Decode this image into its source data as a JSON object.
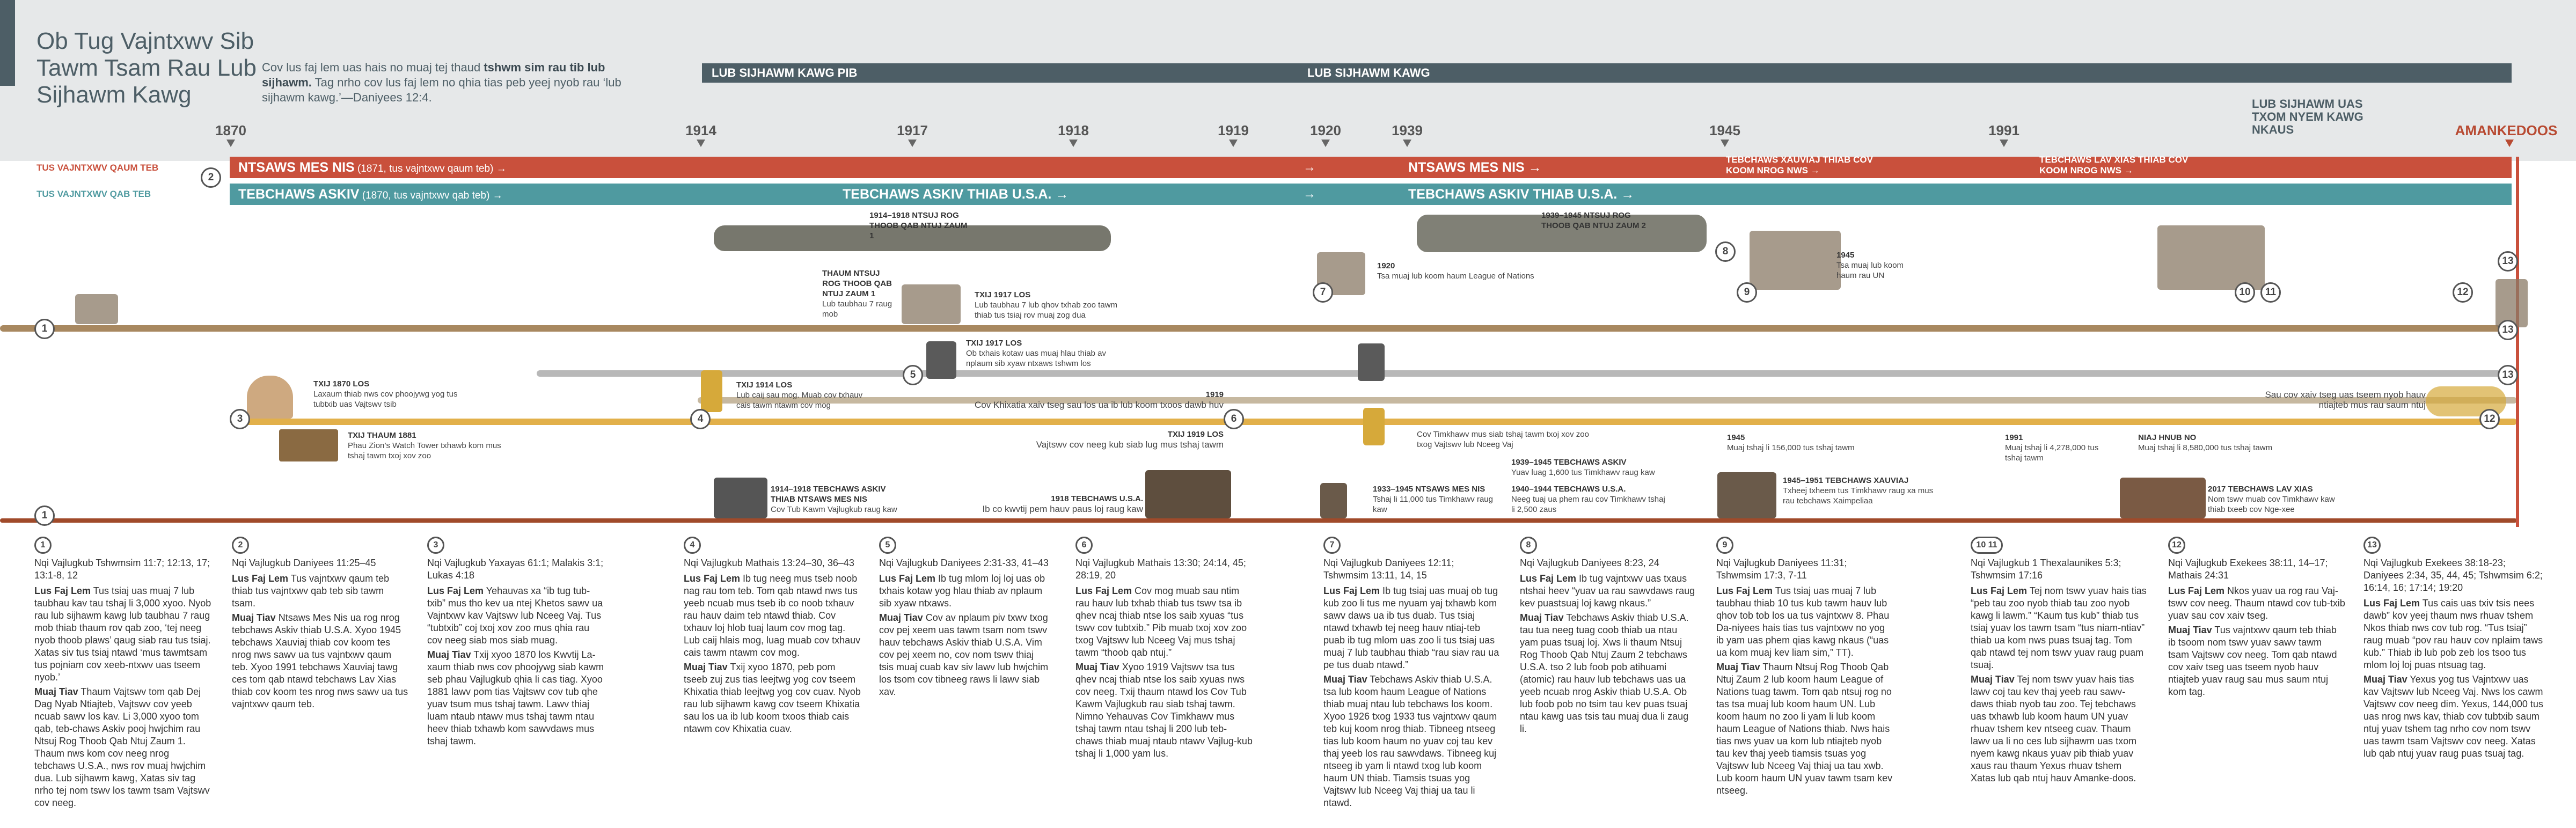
{
  "header": {
    "title": "Ob Tug Vajntxwv Sib Tawm Tsam Rau Lub Sijhawm Kawg",
    "intro_lead": "Cov lus faj lem uas hais no muaj tej thaud ",
    "intro_bold": "tshwm sim rau tib lub sijhawm.",
    "intro_rest": " Tag nrho cov lus faj lem no qhia tias peb yeej nyob rau ‘lub sijhawm kawg.’—Daniyees 12:4."
  },
  "eras": [
    {
      "label": "LUB SIJHAWM KAWG PIB"
    },
    {
      "label": "LUB SIJHAWM KAWG"
    },
    {
      "label": "LUB SIJHAWM UAS TXOM NYEM KAWG NKAUS"
    }
  ],
  "years": [
    "1870",
    "1914",
    "1917",
    "1918",
    "1919",
    "1920",
    "1939",
    "1945",
    "1991",
    "AMANKEDOOS"
  ],
  "bands": {
    "north_label": "TUS VAJNTXWV QAUM TEB",
    "south_label": "TUS VAJNTXWV QAB TEB",
    "north_1_bold": "NTSAWS MES NIS",
    "north_1_rest": " (1871, tus vajntxwv qaum teb) →",
    "north_2": "NTSAWS MES NIS →",
    "north_3": "TEBCHAWS XAUVIAJ THIAB COV KOOM NROG NWS →",
    "north_4": "TEBCHAWS LAV XIAS THIAB COV KOOM NROG NWS →",
    "south_1_bold": "TEBCHAWS ASKIV",
    "south_1_rest": " (1870, tus vajntxwv qab teb) →",
    "south_2": "TEBCHAWS ASKIV THIAB U.S.A. →",
    "south_3": "TEBCHAWS ASKIV THIAB U.S.A. →",
    "arrow": "→"
  },
  "events": [
    {
      "id": "ww1",
      "title": "1914–1918 NTSUJ ROG THOOB QAB NTUJ ZAUM 1"
    },
    {
      "id": "thaum",
      "title": "THAUM NTSUJ ROG THOOB QAB NTUJ ZAUM 1",
      "text": "Lub taubhau 7 raug mob"
    },
    {
      "id": "txij1917a",
      "title": "TXIJ 1917 LOS",
      "text": "Lub taubhau 7 lub qhov txhab zoo tawm thiab tus tsiaj rov muaj zog dua"
    },
    {
      "id": "txij1917b",
      "title": "TXIJ 1917 LOS",
      "text": "Ob txhais kotaw uas muaj hlau thiab av nplaum sib xyaw ntxaws tshwm los"
    },
    {
      "id": "ww2",
      "title": "1939–1945 NTSUJ ROG THOOB QAB NTUJ ZAUM 2"
    },
    {
      "id": "league",
      "title": "1920",
      "text": "Tsa muaj lub koom haum League of Nations"
    },
    {
      "id": "un",
      "title": "1945",
      "text": "Tsa muaj lub koom haum rau UN"
    },
    {
      "id": "txij1870",
      "title": "TXIJ 1870 LOS",
      "text": "Laxaum thiab nws cov phoojywg yog tus tubtxib uas Vajtswv tsib"
    },
    {
      "id": "txij1914",
      "title": "TXIJ 1914 LOS",
      "text": "Lub caij sau mog. Muab cov txhauv cais tawm ntawm cov mog"
    },
    {
      "id": "y1919",
      "title": "1919",
      "text": "Cov Khixatia xaiv tseg sau los ua ib lub koom txoos dawb huv"
    },
    {
      "id": "end_text",
      "text": "Sau cov xaiv tseg uas tseem nyob hauv ntiajteb mus rau saum ntuj"
    },
    {
      "id": "txij1881",
      "title": "TXIJ THAUM 1881",
      "text": "Phau Zion’s Watch Tower txhawb kom mus tshaj tawm txoj xov zoo"
    },
    {
      "id": "txij1919",
      "title": "TXIJ 1919 LOS",
      "text": "Vajtswv cov neeg kub siab lug mus tshaj tawm"
    },
    {
      "id": "preach1",
      "text": "Cov Timkhawv mus siab tshaj tawm txoj xov zoo txog Vajtswv lub Nceeg Vaj"
    },
    {
      "id": "preach2",
      "title": "1939–1945 TEBCHAWS ASKIV",
      "text": "Yuav luag 1,600 tus Timkhawv raug kaw"
    },
    {
      "id": "y1945pub",
      "title": "1945",
      "text": "Muaj tshaj li 156,000 tus tshaj tawm"
    },
    {
      "id": "y1991pub",
      "title": "1991",
      "text": "Muaj tshaj li 4,278,000 tus tshaj tawm"
    },
    {
      "id": "nnhub",
      "title": "NIAJ HNUB NO",
      "text": "Muaj tshaj li 8,580,000 tus tshaj tawm"
    },
    {
      "id": "p1914",
      "title": "1914–1918 TEBCHAWS ASKIV THIAB NTSAWS MES NIS",
      "text": "Cov Tub Kawm Vajlugkub raug kaw"
    },
    {
      "id": "p1918",
      "title": "1918 TEBCHAWS U.S.A.",
      "text": "Ib co kwvtij pem hauv paus loj raug kaw"
    },
    {
      "id": "p1933",
      "title": "1933–1945 NTSAWS MES NIS",
      "text": "Tshaj li 11,000 tus Timkhawv raug kaw"
    },
    {
      "id": "p1940",
      "title": "1940–1944 TEBCHAWS U.S.A.",
      "text": "Neeg tuaj ua phem rau cov Timkhawv tshaj li 2,500 zaus"
    },
    {
      "id": "p1945",
      "title": "1945–1951 TEBCHAWS XAUVIAJ",
      "text": "Txheej txheem tus Timkhawv raug xa mus rau tebchaws Xaimpeliaa"
    },
    {
      "id": "p2017",
      "title": "2017 TEBCHAWS LAV XIAS",
      "text": "Nom tswv muab cov Timkhawv kaw thiab txeeb cov Nge-xee"
    }
  ],
  "badges": [
    "1",
    "2",
    "3",
    "4",
    "5",
    "6",
    "7",
    "8",
    "9",
    "10",
    "11",
    "12",
    "13"
  ],
  "footnotes": [
    {
      "num": "1",
      "ref": "Nqi Vajlugkub Tshwmsim 11:7; 12:13, 17; 13:1-8, 12",
      "faj_lem": "Tus tsiaj uas muaj 7 lub taubhau kav tau tshaj li 3,000 xyoo. Nyob rau lub sijhawm kawg lub taubhau 7 raug mob thiab thaum rov qab zoo, ‘tej neeg nyob thoob plaws’ qaug siab rau tus tsiaj. Xatas siv tus tsiaj ntawd ‘mus tawmtsam tus pojniam cov xeeb-ntxwv uas tseem nyob.’",
      "muaj_tiav": "Thaum Vajtswv tom qab Dej Dag Nyab Ntiajteb, Vajtswv cov yeeb ncuab sawv los kav. Li 3,000 xyoo tom qab, teb-chaws Askiv pooj hwjchim rau Ntsuj Rog Thoob Qab Ntuj Zaum 1. Thaum nws kom cov neeg nrog tebchaws U.S.A., nws rov muaj hwjchim dua. Lub sijhawm kawg, Xatas siv tag nrho tej nom tswv los tawm tsam Vajtswv cov neeg."
    },
    {
      "num": "2",
      "ref": "Nqi Vajlugkub Daniyees 11:25–45",
      "faj_lem": "Tus vajntxwv qaum teb thiab tus vajntxwv qab teb sib tawm tsam.",
      "muaj_tiav": "Ntsaws Mes Nis ua rog nrog tebchaws Askiv thiab U.S.A. Xyoo 1945 tebchaws Xauviaj thiab cov koom tes nrog nws sawv ua tus vajntxwv qaum teb. Xyoo 1991 tebchaws Xauviaj tawg ces tom qab ntawd tebchaws Lav Xias thiab cov koom tes nrog nws sawv ua tus vajntxwv qaum teb."
    },
    {
      "num": "3",
      "ref": "Nqi Vajlugkub Yaxayas 61:1; Malakis 3:1; Lukas 4:18",
      "faj_lem": "Yehauvas xa “ib tug tub-txib” mus tho kev ua ntej Khetos sawv ua Vajntxwv kav Vajtswv lub Nceeg Vaj. Tus “tubtxib” coj txoj xov zoo mus qhia rau cov neeg siab mos siab muag.",
      "muaj_tiav": "Txij xyoo 1870 los Kwvtij La-xaum thiab nws cov phoojywg siab kawm seb phau Vajlugkub qhia li cas tiag. Xyoo 1881 lawv pom tias Vajtswv cov tub qhe yuav tsum mus tshaj tawm. Lawv thiaj luam ntaub ntawv mus tshaj tawm ntau heev thiab txhawb kom sawvdaws mus tshaj tawm."
    },
    {
      "num": "4",
      "ref": "Nqi Vajlugkub Mathais 13:24–30, 36–43",
      "faj_lem": "Ib tug neeg mus tseb noob nag rau tom teb. Tom qab ntawd nws tus yeeb ncuab mus tseb ib co noob txhauv rau hauv daim teb ntawd thiab. Cov txhauv loj hlob tuaj laum cov mog tag. Lub caij hlais mog, luag muab cov txhauv cais tawm ntawm cov mog.",
      "muaj_tiav": "Txij xyoo 1870, peb pom tseeb zuj zus tias leejtwg yog cov tseem Khixatia thiab leejtwg yog cov cuav. Nyob rau lub sijhawm kawg cov tseem Khixatia sau los ua ib lub koom txoos thiab cais ntawm cov Khixatia cuav."
    },
    {
      "num": "5",
      "ref": "Nqi Vajlugkub Daniyees 2:31-33, 41–43",
      "faj_lem": "Ib tug mlom loj loj uas ob txhais kotaw yog hlau thiab av nplaum sib xyaw ntxaws.",
      "muaj_tiav": "Cov av nplaum piv txwv txog cov pej xeem uas tawm tsam nom tswv hauv tebchaws Askiv thiab U.S.A. Vim cov pej xeem no, cov nom tswv thiaj tsis muaj cuab kav siv lawv lub hwjchim los tsom cov tibneeg raws li lawv siab xav."
    },
    {
      "num": "6",
      "ref": "Nqi Vajlugkub Mathais 13:30; 24:14, 45; 28:19, 20",
      "faj_lem": "Cov mog muab sau ntim rau hauv lub txhab thiab tus tswv tsa ib qhev ncaj thiab ntse los saib xyuas “tus tswv cov tubtxib.” Pib muab txoj xov zoo txog Vajtswv lub Nceeg Vaj mus tshaj tawm “thoob qab ntuj.”",
      "muaj_tiav": "Xyoo 1919 Vajtswv tsa tus qhev ncaj thiab ntse los saib xyuas nws cov neeg. Txij thaum ntawd los Cov Tub Kawm Vajlugkub rau siab tshaj tawm. Nimno Yehauvas Cov Timkhawv mus tshaj tawm ntau tshaj li 200 lub teb-chaws thiab muaj ntaub ntawv Vajlug-kub tshaj li 1,000 yam lus."
    },
    {
      "num": "7",
      "ref": "Nqi Vajlugkub Daniyees 12:11; Tshwmsim 13:11, 14, 15",
      "faj_lem": "Ib tug tsiaj uas muaj ob tug kub zoo li tus me nyuam yaj txhawb kom sawv daws ua ib tus duab. Tus tsiaj ntawd txhawb tej neeg hauv ntiaj-teb puab ib tug mlom uas zoo li tus tsiaj uas muaj 7 lub taubhau thiab “rau siav rau ua pe tus duab ntawd.”",
      "muaj_tiav": "Tebchaws Askiv thiab U.S.A. tsa lub koom haum League of Nations thiab muaj ntau lub tebchaws los koom. Xyoo 1926 txog 1933 tus vajntxwv qaum teb kuj koom nrog thiab. Tibneeg ntseeg tias lub koom haum no yuav coj tau kev thaj yeeb los rau sawvdaws. Tibneeg kuj ntseeg ib yam li ntawd txog lub koom haum UN thiab. Tiamsis tsuas yog Vajtswv lub Nceeg Vaj thiaj ua tau li ntawd."
    },
    {
      "num": "8",
      "ref": "Nqi Vajlugkub Daniyees 8:23, 24",
      "faj_lem": "Ib tug vajntxwv uas txaus ntshai heev “yuav ua rau sawvdaws raug kev puastsuaj loj kawg nkaus.”",
      "muaj_tiav": "Tebchaws Askiv thiab U.S.A. tau tua neeg tuag coob thiab ua ntau yam puas tsuaj loj. Xws li thaum Ntsuj Rog Thoob Qab Ntuj Zaum 2 tebchaws U.S.A. tso 2 lub foob pob atihuami (atomic) rau hauv lub tebchaws uas ua yeeb ncuab nrog Askiv thiab U.S.A. Ob lub foob pob no tsim tau kev puas tsuaj ntau kawg uas tsis tau muaj dua li zaug li."
    },
    {
      "num": "9",
      "ref": "Nqi Vajlugkub Daniyees 11:31; Tshwmsim 17:3, 7-11",
      "faj_lem": "Tus tsiaj uas muaj 7 lub taubhau thiab 10 tus kub tawm hauv lub qhov tob tob los ua tus vajntxwv 8. Phau Da-niyees hais tias tus vajntxwv no yog ib yam uas phem qias kawg nkaus (“uas ua kom muaj kev liam sim,” TT).",
      "muaj_tiav": "Thaum Ntsuj Rog Thoob Qab Ntuj Zaum 2 lub koom haum League of Nations tuag tawm. Tom qab ntsuj rog no tas tsa muaj lub koom haum UN. Lub koom haum no zoo li yam li lub koom haum League of Nations thiab. Nws hais tias nws yuav ua kom lub ntiajteb nyob tau kev thaj yeeb tiamsis tsuas yog Vajtswv lub Nceeg Vaj thiaj ua tau xwb. Lub koom haum UN yuav tawm tsam kev ntseeg."
    },
    {
      "num": "10 11",
      "ref": "Nqi Vajlugkub 1 Thexalaunikes 5:3; Tshwmsim 17:16",
      "faj_lem": "Tej nom tswv yuav hais tias “peb tau zoo nyob thiab tau zoo nyob kawg li lawm.” “Kaum tus kub” thiab tus tsiaj yuav los tawm tsam “tus niam-ntiav” thiab ua kom nws puas tsuaj tag. Tom qab ntawd tej nom tswv yuav raug puam tsuaj.",
      "muaj_tiav": "Tej nom tswv yuav hais tias lawv coj tau kev thaj yeeb rau sawv-daws thiab nyob tau zoo. Tej tebchaws uas txhawb lub koom haum UN yuav rhuav tshem kev ntseeg cuav. Thaum lawv ua li no ces lub sijhawm uas txom nyem kawg nkaus yuav pib thiab yuav xaus rau thaum Yexus rhuav tshem Xatas lub qab ntuj hauv Amanke-doos."
    },
    {
      "num": "12",
      "ref": "Nqi Vajlugkub Exekees 38:11, 14–17; Mathais 24:31",
      "faj_lem": "Nkos yuav ua rog rau Vaj-tswv cov neeg. Thaum ntawd cov tub-txib yuav sau cov xaiv tseg.",
      "muaj_tiav": "Tus vajntxwv qaum teb thiab ib tsoom nom tswv yuav sawv tawm tsam Vajtswv cov neeg. Tom qab ntawd cov xaiv tseg uas tseem nyob hauv ntiajteb yuav raug sau mus saum ntuj kom tag."
    },
    {
      "num": "13",
      "ref": "Nqi Vajlugkub Exekees 38:18-23; Daniyees 2:34, 35, 44, 45; Tshwmsim 6:2; 16:14, 16; 17:14; 19:20",
      "faj_lem": "Tus cais uas txiv tsis nees dawb” kov yeej thaum nws rhuav tshem Nkos thiab nws cov tub rog. “Tus tsiaj” raug muab “pov rau hauv cov nplaim taws kub.” Thiab ib lub pob zeb los tsoo tus mlom loj loj puas ntsuag tag.",
      "muaj_tiav": "Yexus yog tus Vajntxwv uas kav Vajtswv lub Nceeg Vaj. Nws los cawm Vajtswv cov neeg dim. Yexus, 144,000 tus uas nrog nws kav, thiab cov tubtxib saum ntuj yuav tshem tag nrho cov nom tswv uas tawm tsam Vajtswv cov neeg. Xatas lub qab ntuj yuav raug puas tsuaj tag."
    }
  ],
  "labels": {
    "faj_lem": "Lus Faj Lem",
    "muaj_tiav": "Muaj Tiav"
  },
  "colors": {
    "north": "#c9503c",
    "south": "#4f9aa0",
    "era": "#4d5e66",
    "gold": "#d6a93a"
  }
}
